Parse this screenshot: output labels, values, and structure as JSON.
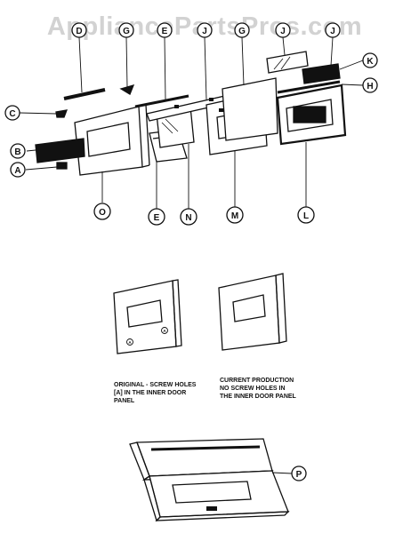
{
  "watermark": "AppliancePartsPros.com",
  "callouts": {
    "A": "A",
    "B": "B",
    "C": "C",
    "D": "D",
    "E": "E",
    "G": "G",
    "H": "H",
    "J": "J",
    "K": "K",
    "L": "L",
    "M": "M",
    "N": "N",
    "O": "O",
    "P": "P"
  },
  "callout_small_a": "A",
  "captions": {
    "original": "ORIGINAL - SCREW HOLES\n[A] IN THE INNER DOOR\nPANEL",
    "current": "CURRENT PRODUCTION\nNO SCREW HOLES IN\nTHE INNER DOOR PANEL"
  }
}
